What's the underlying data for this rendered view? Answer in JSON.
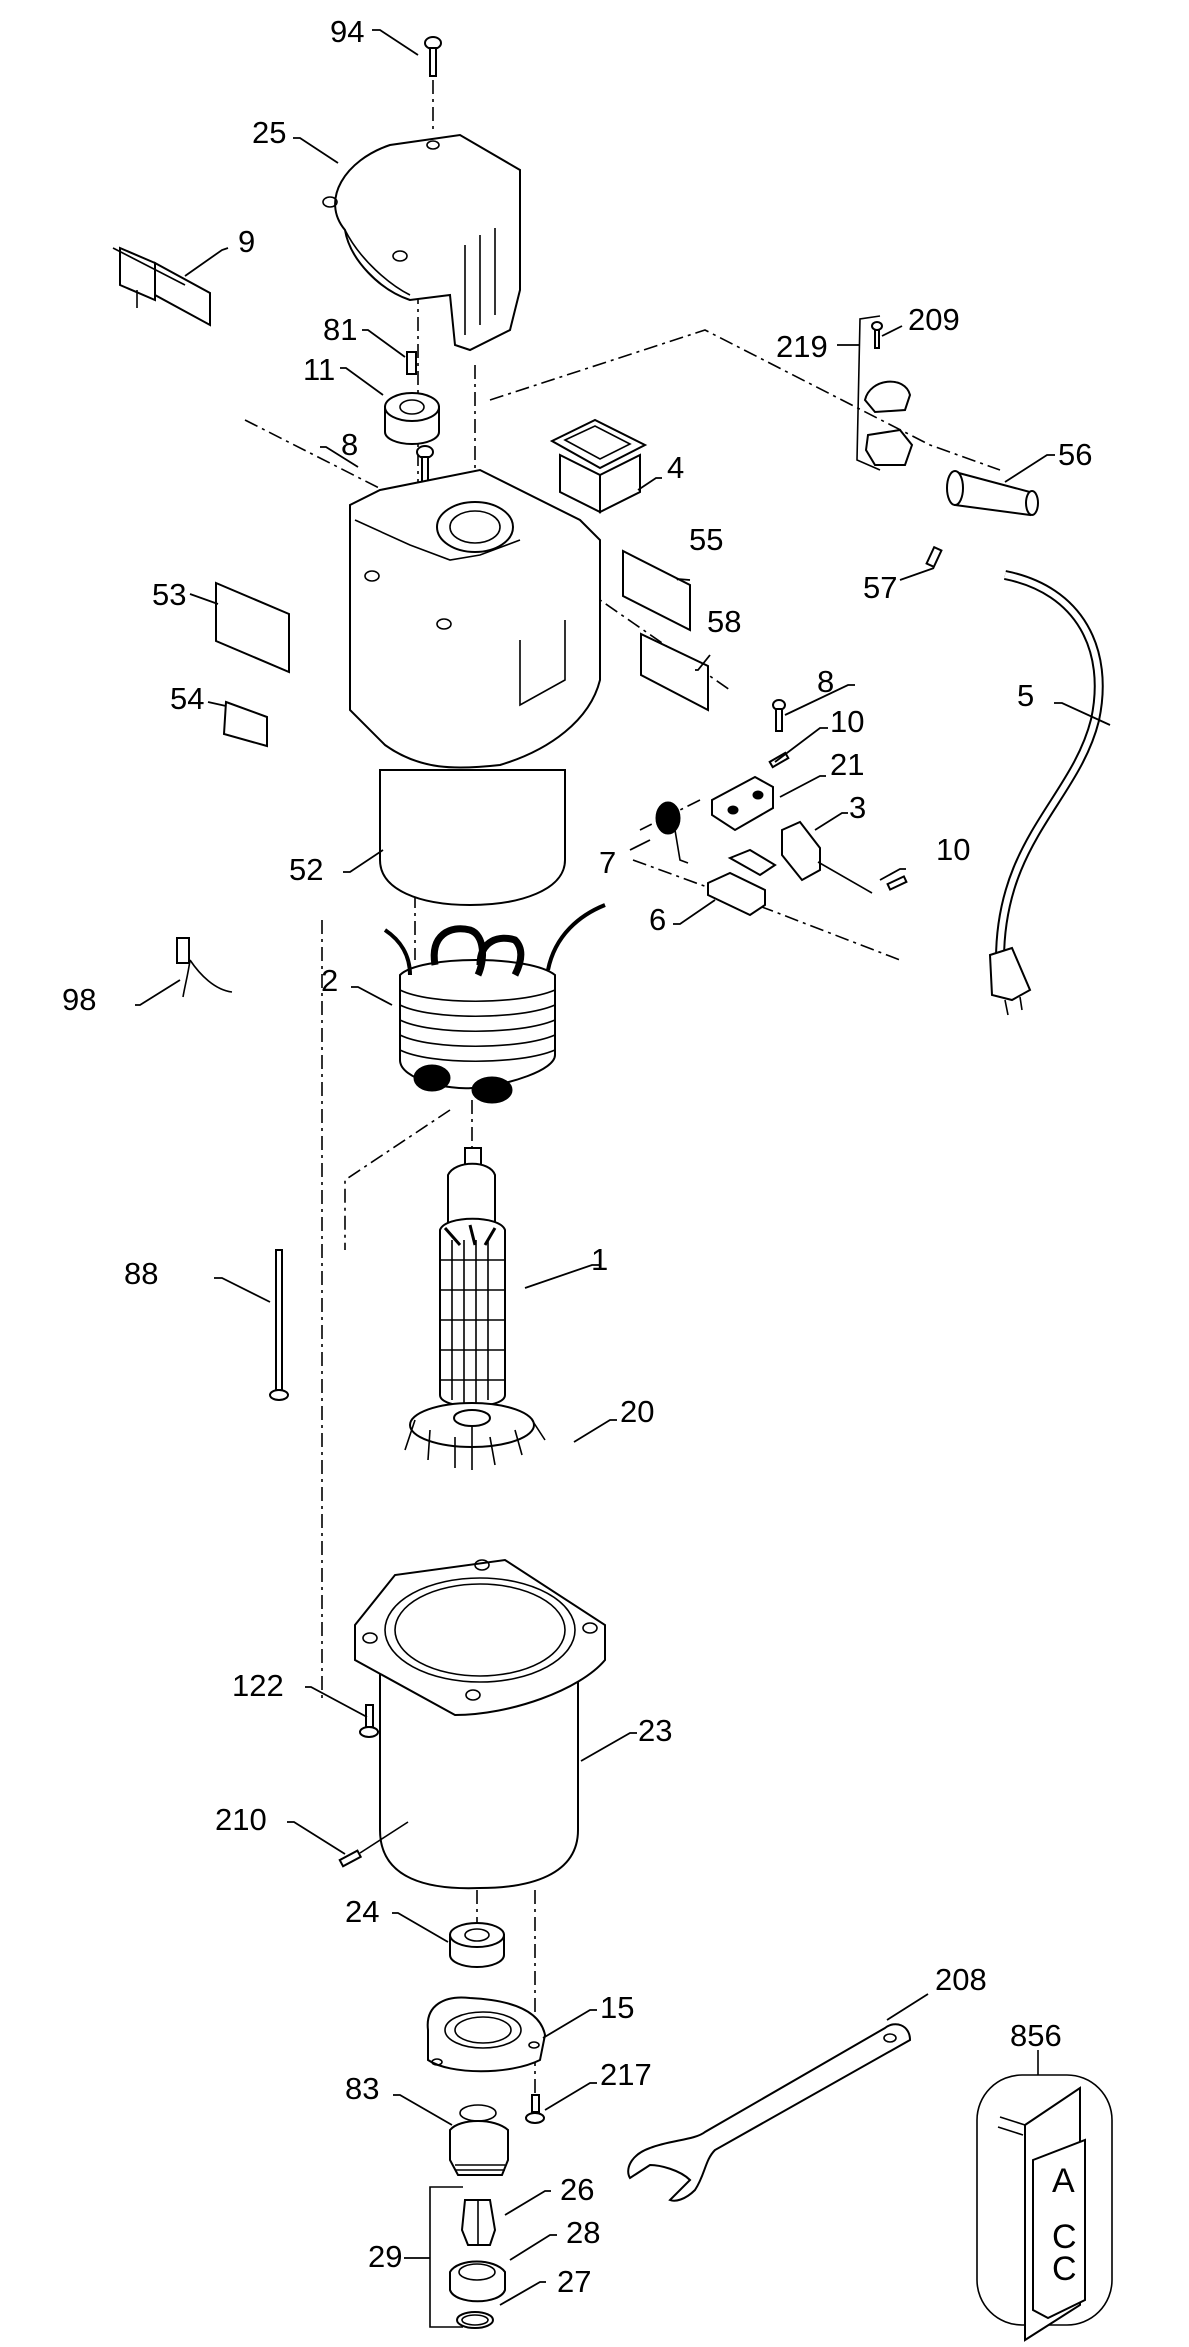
{
  "diagram": {
    "type": "exploded-parts-view",
    "subject": "Trim router motor assembly",
    "labels": {
      "p94": "94",
      "p25": "25",
      "p9": "9",
      "p81": "81",
      "p11": "11",
      "p8a": "8",
      "p4": "4",
      "p219": "219",
      "p209": "209",
      "p56": "56",
      "p55": "55",
      "p53": "53",
      "p57": "57",
      "p58": "58",
      "p54": "54",
      "p8b": "8",
      "p10a": "10",
      "p21": "21",
      "p5": "5",
      "p3": "3",
      "p52": "52",
      "p7": "7",
      "p10b": "10",
      "p6": "6",
      "p98": "98",
      "p2": "2",
      "p88": "88",
      "p1": "1",
      "p20": "20",
      "p122": "122",
      "p23": "23",
      "p210": "210",
      "p24": "24",
      "p208": "208",
      "p15": "15",
      "p856": "856",
      "p217": "217",
      "p83": "83",
      "p26": "26",
      "p29": "29",
      "p28": "28",
      "p27": "27"
    },
    "accessory_box_text": [
      "A",
      "C",
      "C"
    ]
  }
}
